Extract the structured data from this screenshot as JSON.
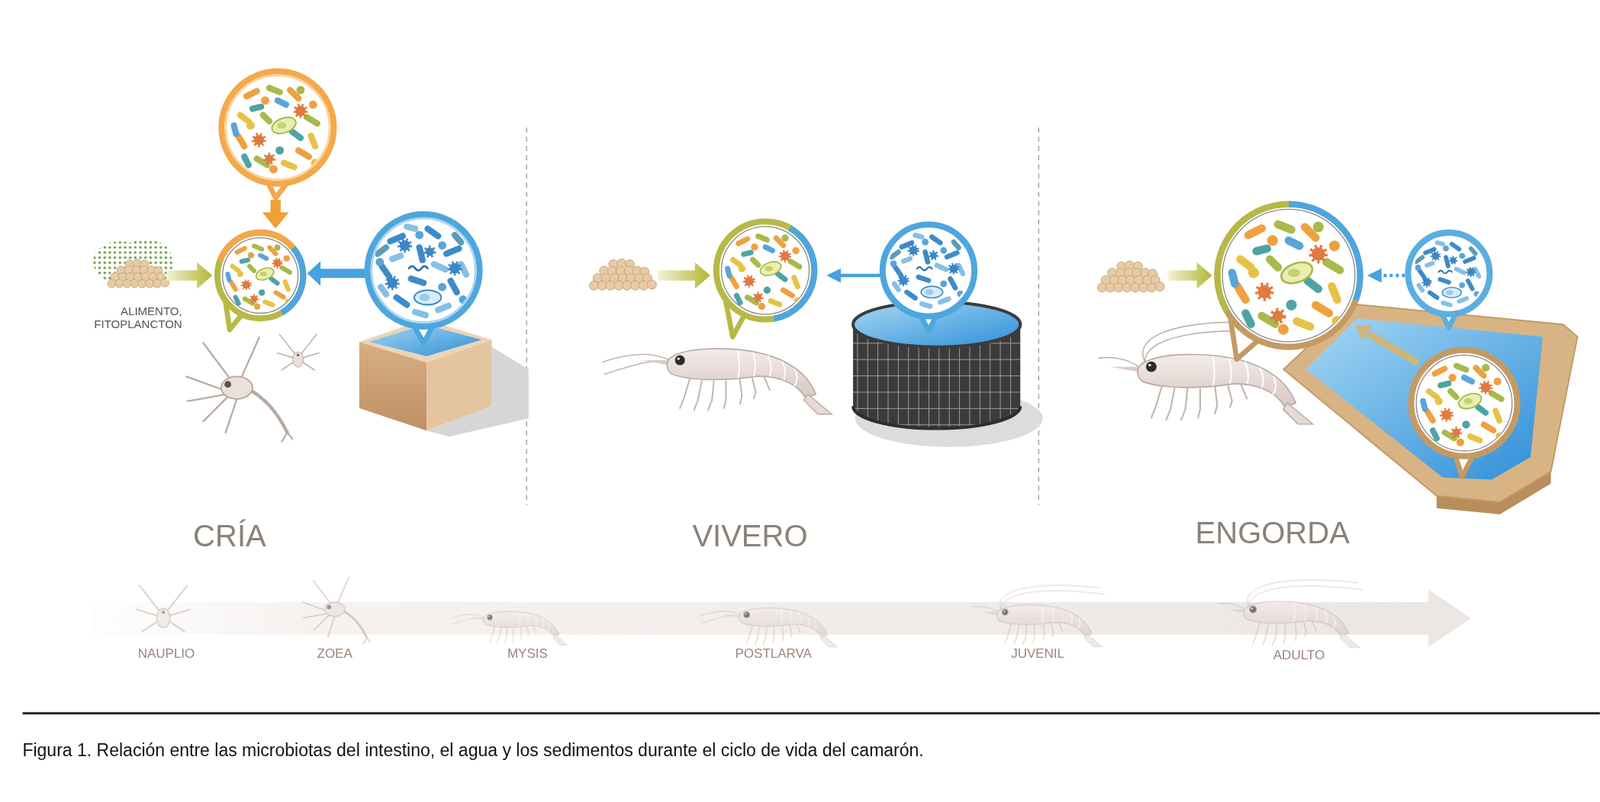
{
  "diagram": {
    "caption": "Figura 1. Relación entre las microbiotas del intestino, el agua y los sedimentos durante el ciclo de vida del camarón.",
    "labels": [
      "ALIMENTO, FITOPLANCTON",
      "CRÍA",
      "VIVERO",
      "ENGORDA",
      "NAUPLIO",
      "ZOEA",
      "MYSIS",
      "POSTLARVA",
      "JUVENIL",
      "ADULTO"
    ]
  }
}
